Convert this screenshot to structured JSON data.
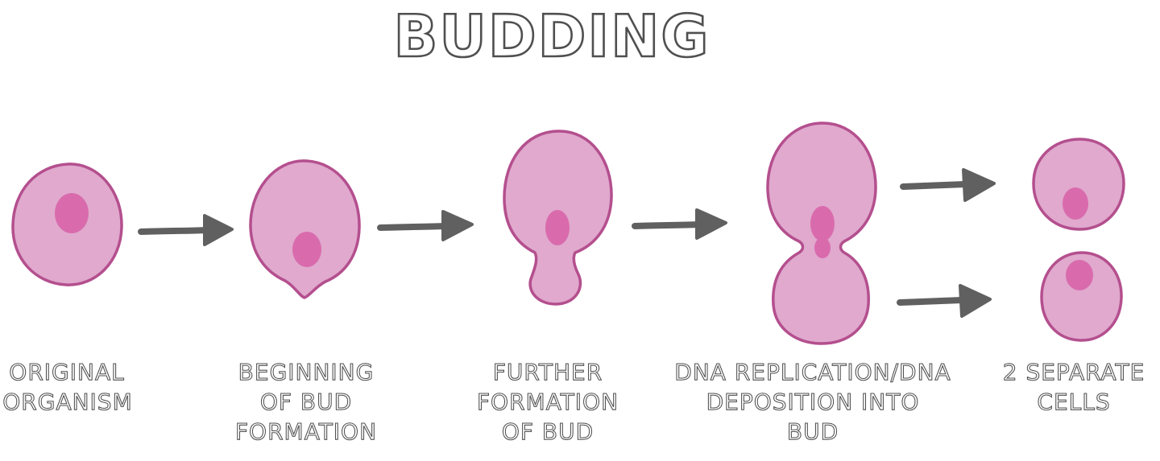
{
  "title": "BUDDING",
  "colors": {
    "cell_fill": "#E0A9CD",
    "cell_stroke": "#B44F8E",
    "nucleus_fill": "#D96BAD",
    "arrow": "#606060",
    "text": "#4F4F4F",
    "background": "#FFFFFF"
  },
  "stages": [
    {
      "lines": [
        "ORIGINAL",
        "ORGANISM"
      ]
    },
    {
      "lines": [
        "BEGINNING",
        "OF BUD",
        "FORMATION"
      ]
    },
    {
      "lines": [
        "FURTHER",
        "FORMATION",
        "OF BUD"
      ]
    },
    {
      "lines": [
        "DNA REPLICATION/DNA",
        "DEPOSITION INTO",
        "BUD"
      ]
    },
    {
      "lines": [
        "2 SEPARATE",
        "CELLS"
      ]
    }
  ]
}
